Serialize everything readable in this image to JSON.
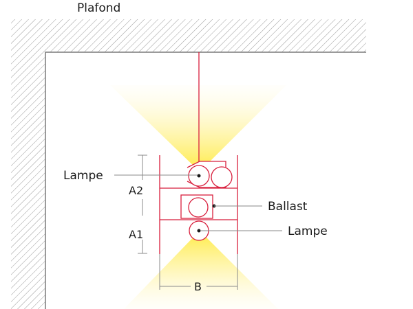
{
  "labels": {
    "ceiling": "Plafond",
    "lamp_top": "Lampe",
    "ballast": "Ballast",
    "lamp_bottom": "Lampe",
    "dim_a2": "A2",
    "dim_a1": "A1",
    "dim_b": "B"
  },
  "colors": {
    "fixture_line": "#d81e3c",
    "wall_line": "#7a7a7a",
    "hatch": "#9a9a9a",
    "dimension_line": "#8a8a8a",
    "light_core": "#fff06a",
    "light_edge": "#fffbe6"
  }
}
